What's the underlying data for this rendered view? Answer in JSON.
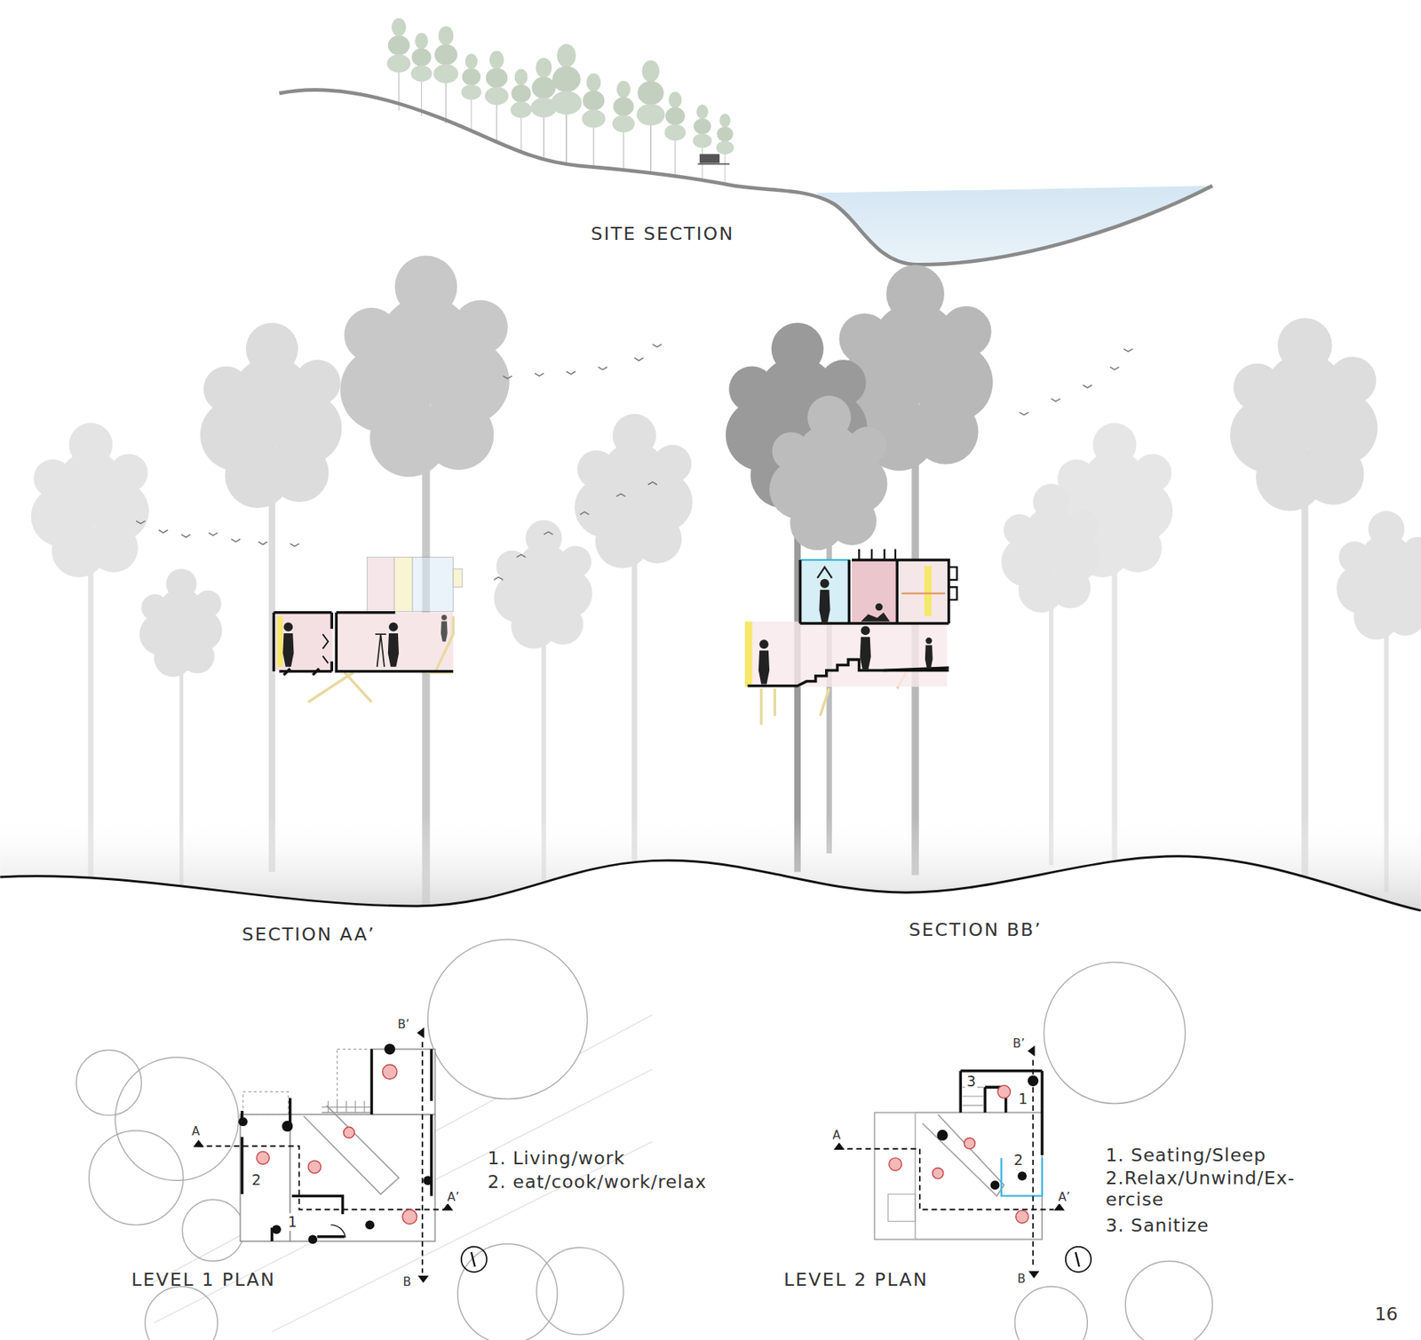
{
  "diagram": {
    "labels": [
      "SITE SECTION",
      "SECTION AA’",
      "SECTION BB’",
      "A",
      "A’",
      "B’",
      "B",
      "2",
      "1",
      "1. Living/work",
      "2. eat/cook/work/relax",
      "LEVEL 1 PLAN",
      "A",
      "A’",
      "B’",
      "B",
      "3",
      "1",
      "2",
      "1. Seating/Sleep",
      "2.Relax/Unwind/Ex- ercise",
      "3. Sanitize",
      "LEVEL 2 PLAN",
      "16"
    ]
  }
}
